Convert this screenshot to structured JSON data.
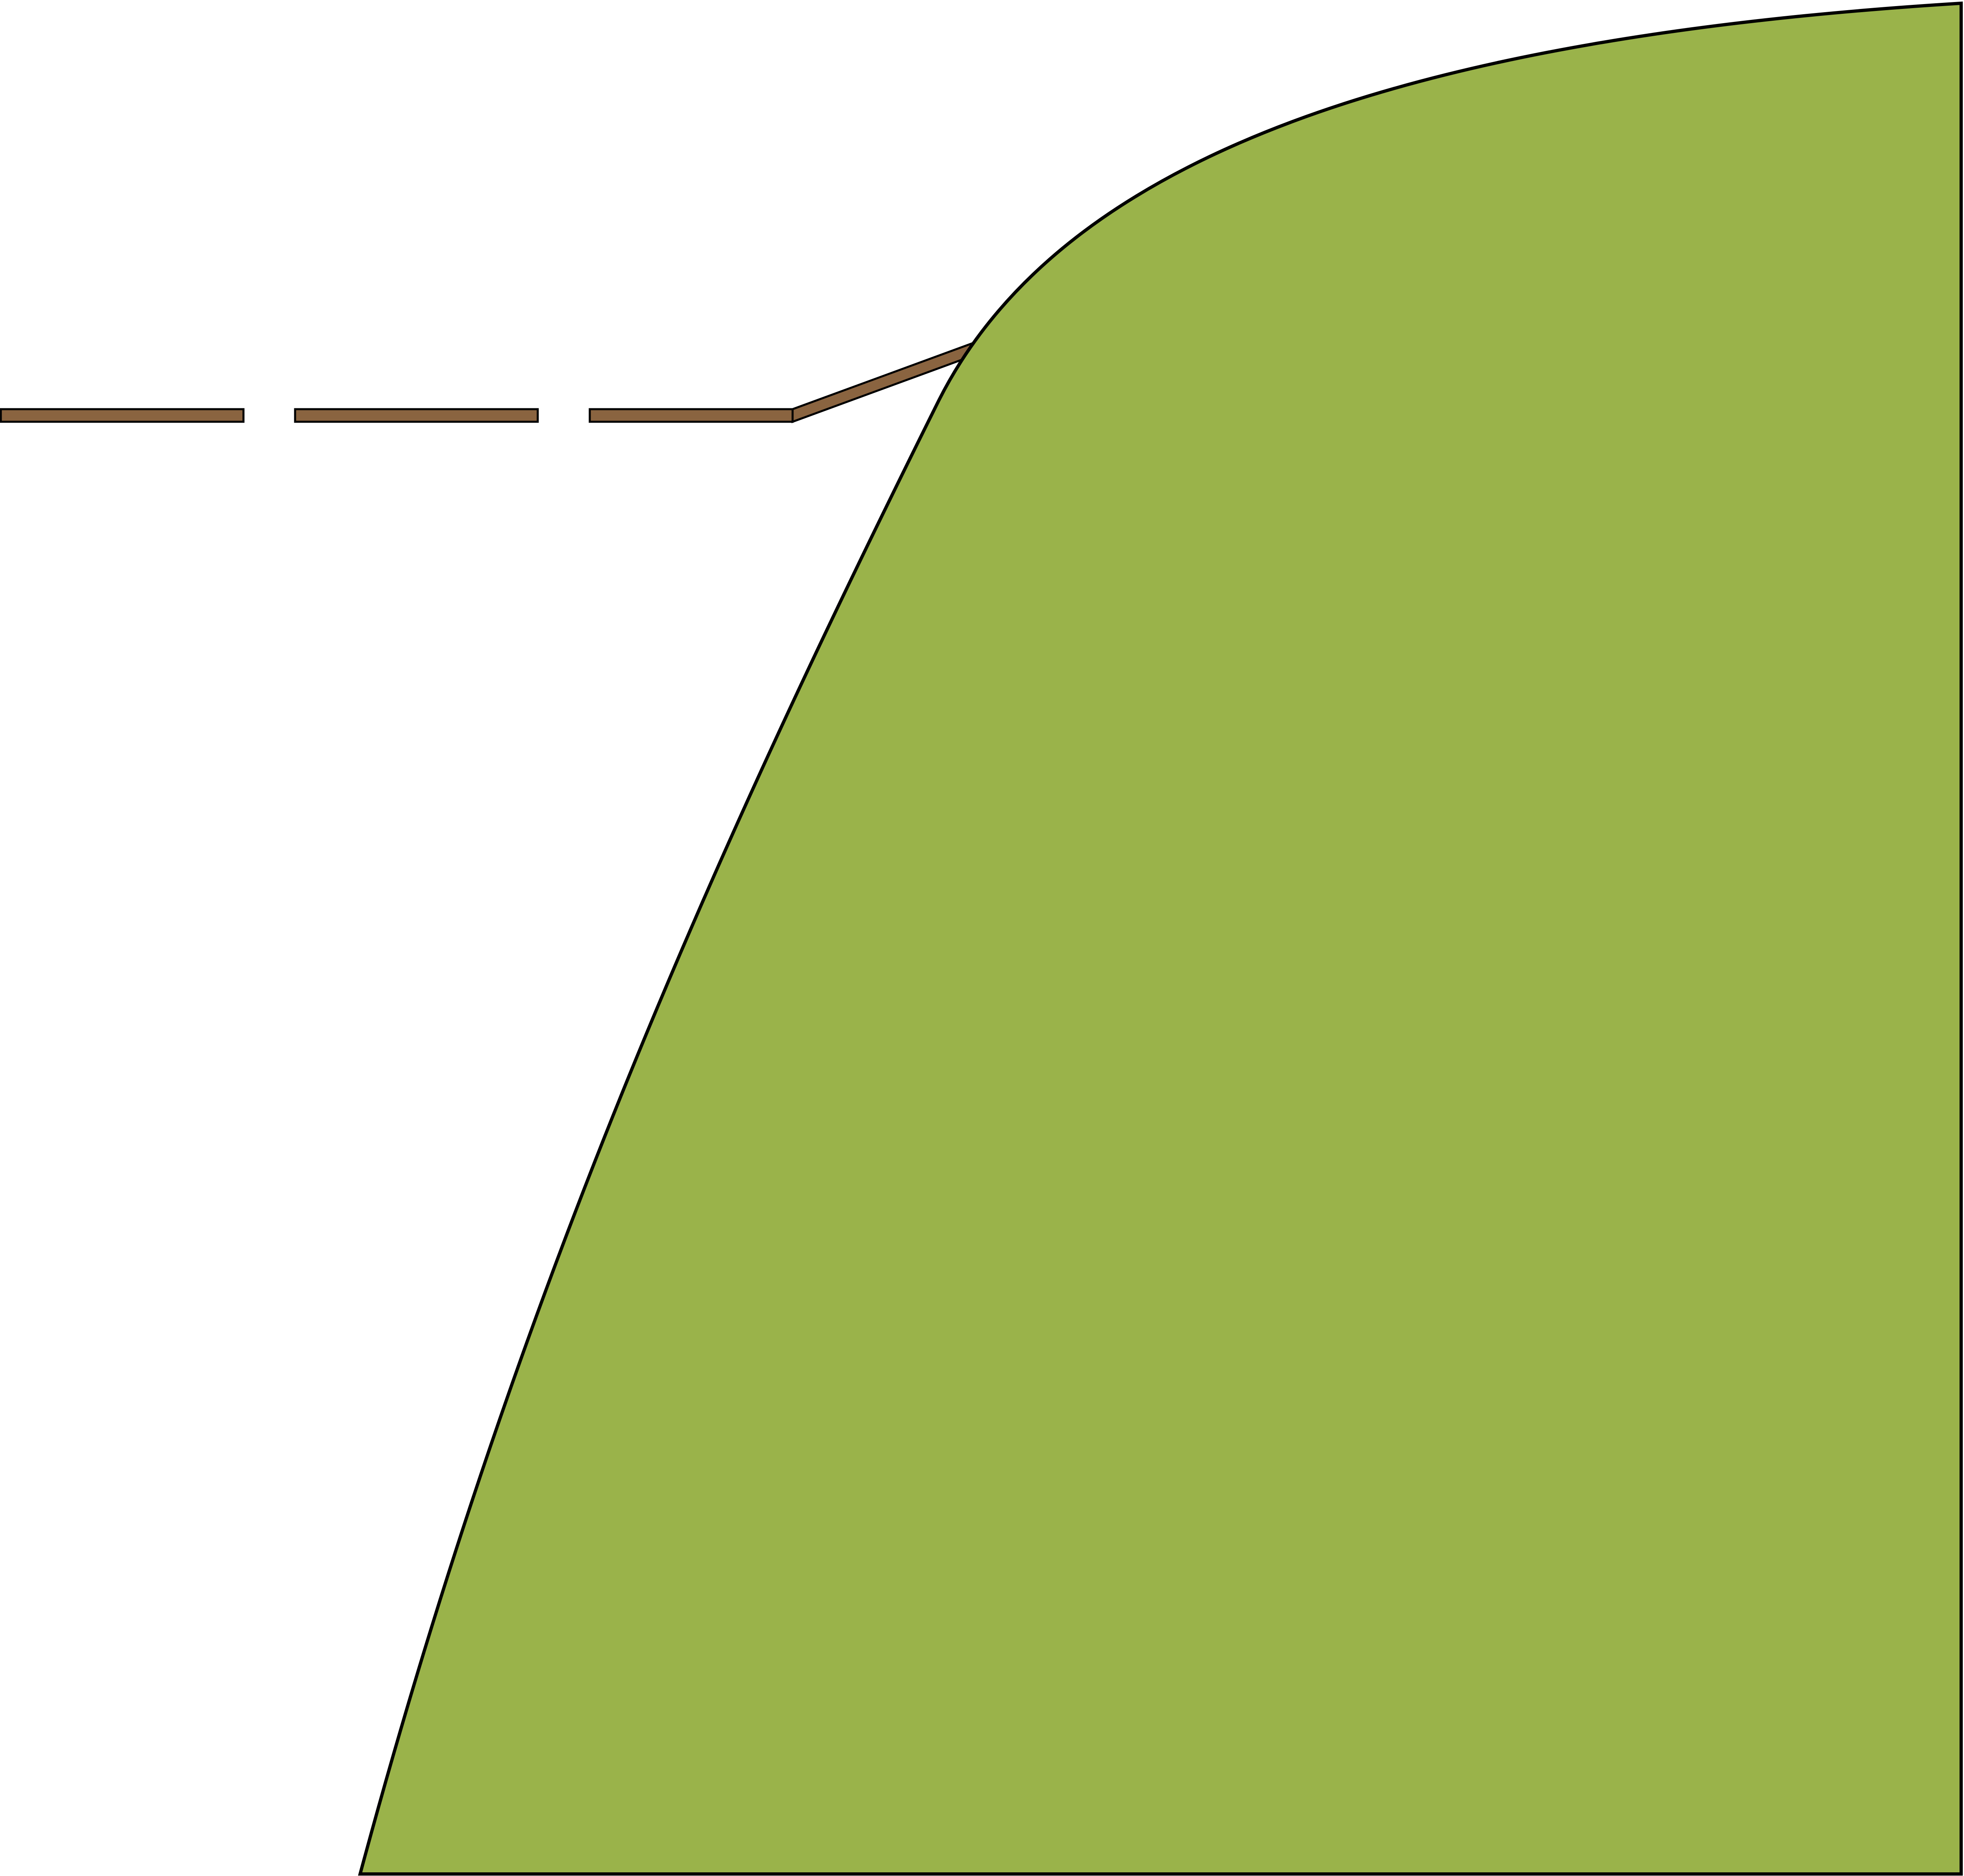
{
  "scene": {
    "description_name": "cliff-with-broken-plank-bridge",
    "colors": {
      "background": "#ffffff",
      "cliff_fill": "#9ab34a",
      "plank_fill": "#8a6440",
      "outline": "#000000"
    },
    "plank_segments": 4,
    "icons": [
      "cliff-shape",
      "plank-segment"
    ]
  }
}
